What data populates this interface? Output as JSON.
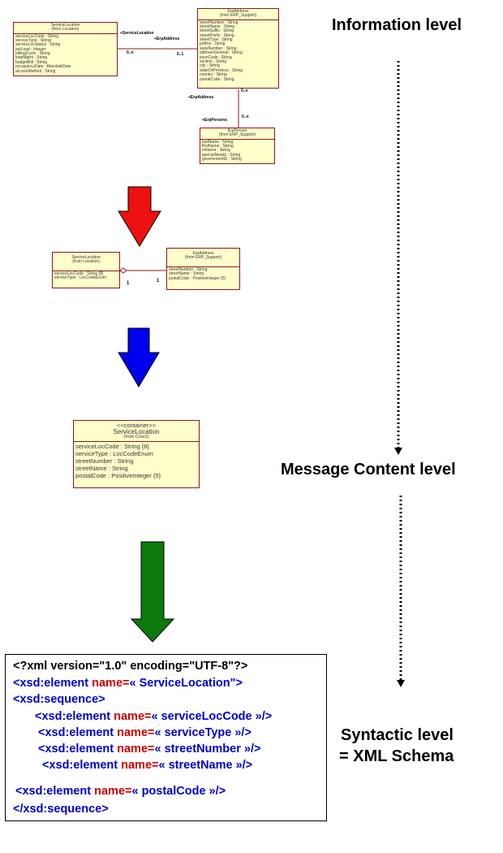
{
  "levels": {
    "information": "Information level",
    "message_content": "Message Content level",
    "syntactic_line1": "Syntactic level",
    "syntactic_line2": "= XML Schema"
  },
  "info_diagram": {
    "service_location": {
      "name": "ServiceLocation",
      "origin": "(from Location)",
      "attrs": [
        "serviceLocCode : String",
        "serviceType : String",
        "serviceLocStatus : String",
        "actLoad : Integer",
        "billingCycle : String",
        "loadMgmt : String",
        "budgetBill : String",
        "occupancyDate : AbsoluteDate",
        "accessMethod : String"
      ]
    },
    "erp_address": {
      "name": "ErpAddress",
      "origin": "(from ERP_Support)",
      "attrs": [
        "streetNumber : String",
        "streetName : String",
        "streetSuffix : String",
        "streetPrefix : String",
        "streetType : String",
        "poBox : String",
        "suiteNumber : String",
        "addressGeneral : String",
        "townCode : String",
        "section : String",
        "city : String",
        "stateOrProvince : String",
        "country : String",
        "postalCode : String"
      ]
    },
    "erp_person": {
      "name": "ErpPerson",
      "origin": "(from ERP_Support)",
      "attrs": [
        "lastName : String",
        "firstName : String",
        "mName : String",
        "specialNeeds : String",
        "governmentID : String"
      ]
    },
    "labels": {
      "service_location": "+ServiceLocation",
      "erp_address_1": "+ErpAddress",
      "erp_address_2": "+ErpAddress",
      "erp_persons": "+ErpPersons"
    },
    "multiplicities": {
      "left": "0..n",
      "right": "0..1",
      "address_bottom": "0..n",
      "person_top": "0..n"
    }
  },
  "mid_diagram": {
    "service_location": {
      "name": "ServiceLocation",
      "origin": "(from Location)",
      "attrs": [
        "serviceLocCode : String {8}",
        "serviceType : LocCodeEnum"
      ]
    },
    "erp_address": {
      "name": "ErpAddress",
      "origin": "(from ERP_Support)",
      "attrs": [
        "streetNumber : String",
        "streetName : String",
        "postalCode : PositiveInteger {5}"
      ]
    },
    "mult_left": "1",
    "mult_right": "1"
  },
  "container_class": {
    "stereotype": "<<container>>",
    "name": "ServiceLocation",
    "origin": "(from Core2)",
    "attrs": [
      "serviceLocCode : String {8}",
      "serviceType : LocCodeEnum",
      "streetNumber : String",
      "streetName : String",
      "postalCode : PositiveInteger {5}"
    ]
  },
  "xml": {
    "decl": "<?xml version=\"1.0\" encoding=\"UTF-8\"?>",
    "root_open": "<xsd:element ",
    "root_attr": "name=",
    "root_value": "« ServiceLocation\">",
    "seq_open": "<xsd:sequence>",
    "el_open": "<xsd:element ",
    "el_attr": "name=",
    "elements": [
      "« serviceLocCode »/>",
      "« serviceType »/>",
      "« streetNumber »/>",
      "« streetName »/>",
      "« postalCode »/>"
    ],
    "seq_close": "</xsd:sequence>"
  },
  "colors": {
    "arrow_red": "#ee1111",
    "arrow_blue": "#0000ee",
    "arrow_green": "#0d7a0d",
    "xml_tag": "#0000cc",
    "xml_keyword": "#cc0000",
    "uml_fill": "#ffffcc",
    "uml_border": "#8b1a1a"
  }
}
